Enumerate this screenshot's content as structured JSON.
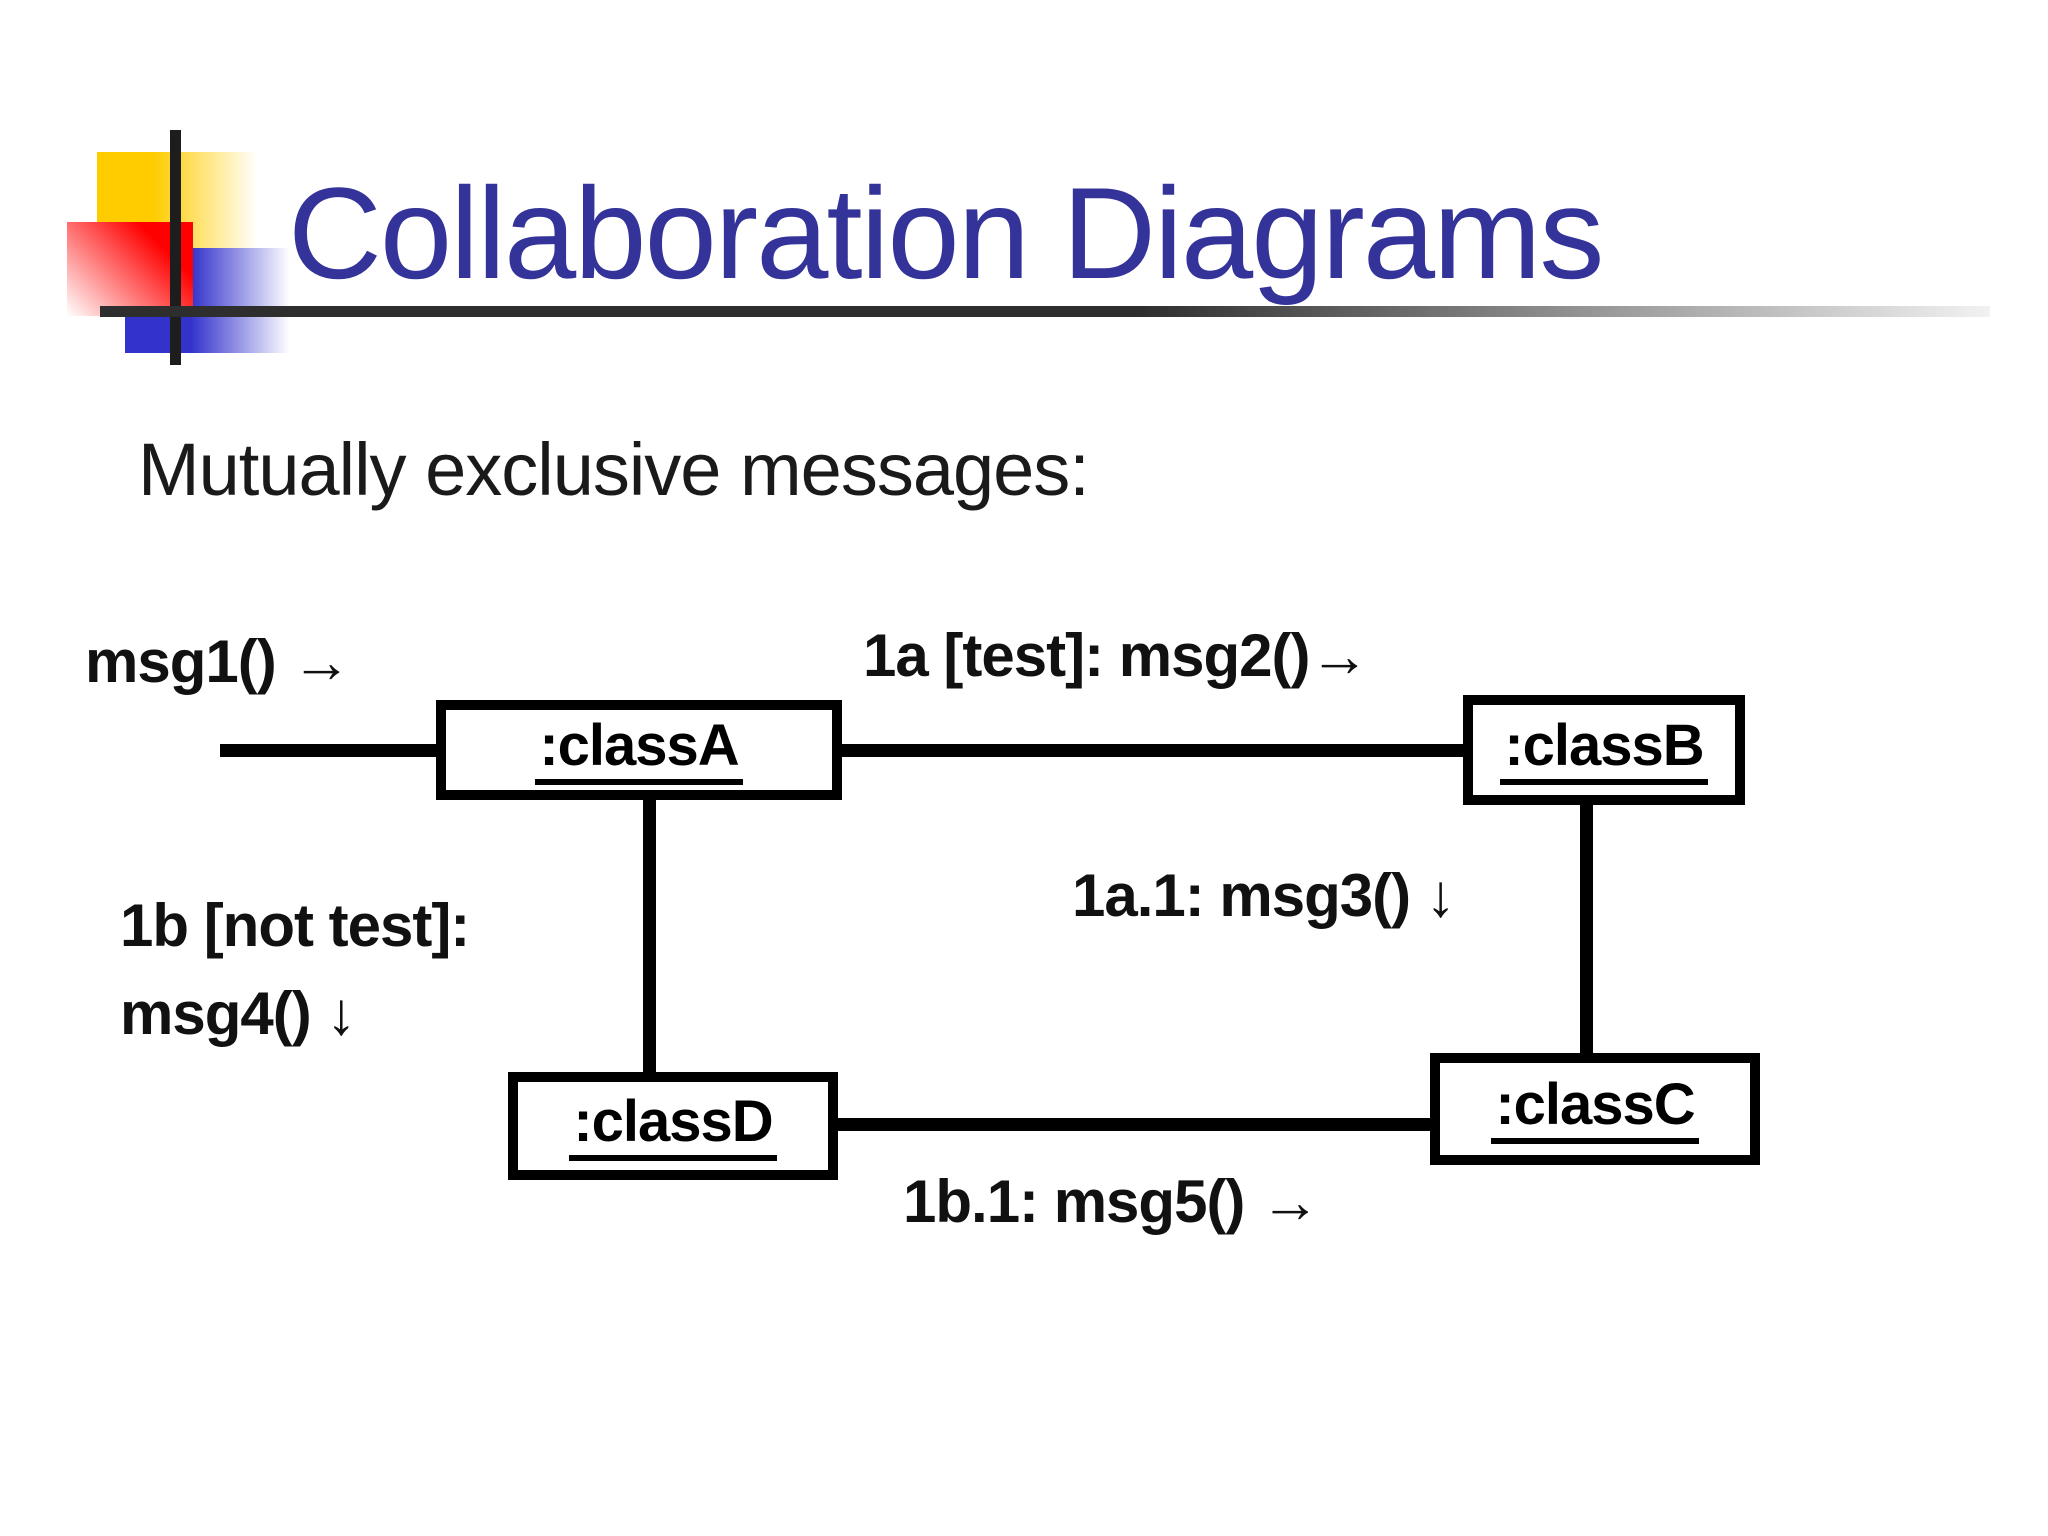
{
  "slide": {
    "title": "Collaboration Diagrams",
    "subtitle": "Mutually exclusive messages:"
  },
  "colors": {
    "title": "#333399",
    "text": "#1a1a1a",
    "diagram_lines": "#000000",
    "logo_yellow": "#FFCC00",
    "logo_red": "#FF0000",
    "logo_blue": "#3333CC",
    "rule_dark": "#2E2E2E",
    "rule_light": "#F2F2F2"
  },
  "diagram": {
    "boxes": [
      {
        "id": "classA",
        "label": ":classA"
      },
      {
        "id": "classB",
        "label": ":classB"
      },
      {
        "id": "classC",
        "label": ":classC"
      },
      {
        "id": "classD",
        "label": ":classD"
      }
    ],
    "messages": [
      {
        "id": "msg1",
        "text": "msg1() →"
      },
      {
        "id": "msg2",
        "text": "1a [test]: msg2()→"
      },
      {
        "id": "msg3",
        "text": "1a.1: msg3() ↓"
      },
      {
        "id": "msg4",
        "text": "1b [not test]:\nmsg4() ↓"
      },
      {
        "id": "msg5",
        "text": "1b.1: msg5() →"
      }
    ]
  }
}
